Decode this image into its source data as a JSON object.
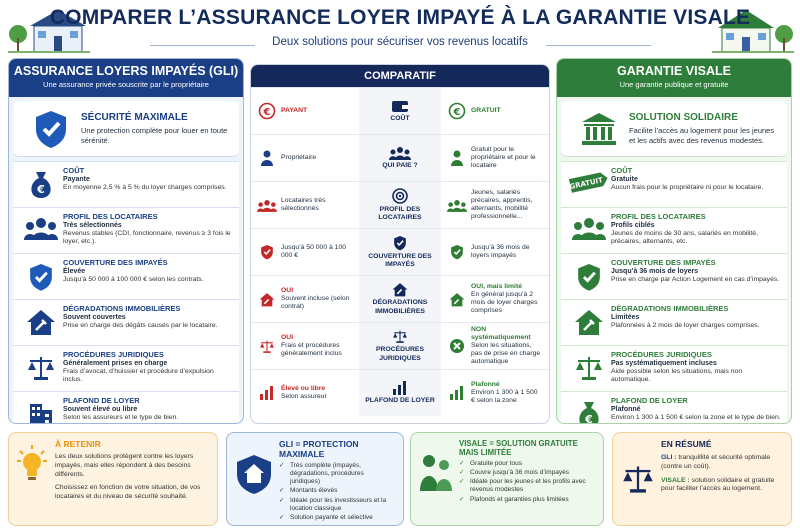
{
  "title": "COMPARER L’ASSURANCE LOYER IMPAYÉ À LA GARANTIE VISALE",
  "subtitle": "Deux solutions pour sécuriser vos revenus locatifs",
  "colors": {
    "gli": "#1a3f86",
    "visale": "#2f7d3a",
    "compare": "#14295a",
    "red": "#c62828",
    "green": "#2e7d32",
    "orange": "#e8900c"
  },
  "gli": {
    "title": "ASSURANCE LOYERS IMPAYÉS (GLI)",
    "subtitle": "Une assurance privée souscrite par le propriétaire",
    "hero": {
      "title": "SÉCURITÉ MAXIMALE",
      "desc": "Une protection complète pour louer en toute sérénité.",
      "icon": "shield-check-icon"
    },
    "rows": [
      {
        "label": "COÛT",
        "value": "Payante",
        "desc": "En moyenne 2,5 % à 5 % du loyer charges comprises.",
        "icon": "money-bag-icon"
      },
      {
        "label": "PROFIL DES LOCATAIRES",
        "value": "Très sélectionnés",
        "desc": "Revenus stables (CDI, fonctionnaire, revenus ≥ 3 fois le loyer, etc.).",
        "icon": "people-icon"
      },
      {
        "label": "COUVERTURE DES IMPAYÉS",
        "value": "Élevée",
        "desc": "Jusqu’à 50 000 à 100 000 € selon les contrats.",
        "icon": "shield-check-icon"
      },
      {
        "label": "DÉGRADATIONS IMMOBILIÈRES",
        "value": "Souvent couvertes",
        "desc": "Prise en charge des dégâts causés par le locataire.",
        "icon": "house-tools-icon"
      },
      {
        "label": "PROCÉDURES JURIDIQUES",
        "value": "Généralement prises en charge",
        "desc": "Frais d’avocat, d’huissier et procédure d’expulsion inclus.",
        "icon": "scales-icon"
      },
      {
        "label": "PLAFOND DE LOYER",
        "value": "Souvent élevé ou libre",
        "desc": "Selon les assureurs et le type de bien.",
        "icon": "building-icon"
      }
    ]
  },
  "visale": {
    "title": "GARANTIE VISALE",
    "subtitle": "Une garantie publique et gratuite",
    "hero": {
      "title": "SOLUTION SOLIDAIRE",
      "desc": "Facilite l’accès au logement pour les jeunes et les actifs avec des revenus modestes.",
      "icon": "bank-icon"
    },
    "rows": [
      {
        "label": "COÛT",
        "value": "Gratuite",
        "desc": "Aucun frais pour le propriétaire ni pour le locataire.",
        "icon": "tag-icon",
        "tag": "GRATUIT"
      },
      {
        "label": "PROFIL DES LOCATAIRES",
        "value": "Profils ciblés",
        "desc": "Jeunes de moins de 30 ans, salariés en mobilité, précaires, alternants, etc.",
        "icon": "people-icon"
      },
      {
        "label": "COUVERTURE DES IMPAYÉS",
        "value": "Jusqu’à 36 mois de loyers",
        "desc": "Prise en charge par Action Logement en cas d’impayés.",
        "icon": "shield-check-icon"
      },
      {
        "label": "DÉGRADATIONS IMMOBILIÈRES",
        "value": "Limitées",
        "desc": "Plafonnées à 2 mois de loyer charges comprises.",
        "icon": "house-tools-icon"
      },
      {
        "label": "PROCÉDURES JURIDIQUES",
        "value": "Pas systématiquement incluses",
        "desc": "Aide possible selon les situations, mais non automatique.",
        "icon": "scales-icon"
      },
      {
        "label": "PLAFOND DE LOYER",
        "value": "Plafonné",
        "desc": "Environ 1 300 à 1 500 € selon la zone et le type de bien.",
        "icon": "euro-bag-icon"
      }
    ]
  },
  "compare": {
    "title": "COMPARATIF",
    "rows": [
      {
        "left": "PAYANT",
        "left_style": "red",
        "left_icon": "euro-icon",
        "mid": "COÛT",
        "mid_icon": "wallet-icon",
        "right": "GRATUIT",
        "right_style": "grn",
        "right_icon": "euro-icon"
      },
      {
        "left": "Propriétaire",
        "left_icon": "person-icon",
        "mid": "QUI PAIE ?",
        "mid_icon": "group-icon",
        "right": "Gratuit pour le propriétaire et pour le locataire",
        "right_icon": "person-icon"
      },
      {
        "left": "Locataires très sélectionnés",
        "left_icon": "group-icon",
        "mid": "PROFIL DES LOCATAIRES",
        "mid_icon": "target-icon",
        "right": "Jeunes, salariés précaires, apprentis, alternants, mobilité professionnelle...",
        "right_icon": "group-icon"
      },
      {
        "left": "Jusqu’à 50 000 à 100 000 €",
        "left_icon": "shield-check-icon",
        "mid": "COUVERTURE DES IMPAYÉS",
        "mid_icon": "shield-check-icon",
        "right": "Jusqu’à 36 mois de loyers impayés",
        "right_icon": "shield-check-icon"
      },
      {
        "left_title": "OUI",
        "left": "Souvent incluse (selon contrat)",
        "left_icon": "house-tools-icon",
        "mid": "DÉGRADATIONS IMMOBILIÈRES",
        "mid_icon": "house-tools-icon",
        "right_title": "OUI, mais limité",
        "right": "En général jusqu’à 2 mois de loyer charges comprises",
        "right_icon": "house-tools-icon"
      },
      {
        "left_title": "OUI",
        "left": "Frais et procédures généralement inclus",
        "left_icon": "scales-icon",
        "mid": "PROCÉDURES JURIDIQUES",
        "mid_icon": "scales-icon",
        "right_title": "NON systématiquement",
        "right": "Selon les situations, pas de prise en charge automatique",
        "right_icon": "cross-icon"
      },
      {
        "left_title": "Élevé ou libre",
        "left": "Selon assureur",
        "left_icon": "bar-chart-icon",
        "mid": "PLAFOND DE LOYER",
        "mid_icon": "bar-chart-icon",
        "right_title": "Plafonné",
        "right": "Environ 1 300 à 1 500 € selon la zone",
        "right_icon": "bar-chart-icon"
      }
    ]
  },
  "cards": {
    "retenir": {
      "title": "À RETENIR",
      "p1": "Les deux solutions protègent contre les loyers impayés, mais elles répondent à des besoins différents.",
      "p2": "Choisissez en fonction de votre situation, de vos locataires et du niveau de sécurité souhaité.",
      "icon": "lightbulb-icon"
    },
    "gli": {
      "title": "GLI = PROTECTION MAXIMALE",
      "icon": "house-shield-icon",
      "items": [
        "Très complète (impayés, dégradations, procédures juridiques)",
        "Montants élevés",
        "Idéale pour les investisseurs et la location classique",
        "Solution payante et sélective"
      ]
    },
    "visale": {
      "title": "VISALE = SOLUTION GRATUITE MAIS LIMITÉE",
      "icon": "people-icon",
      "items": [
        "Gratuite pour tous",
        "Couvre jusqu’à 36 mois d’impayés",
        "Idéale pour les jeunes et les profils avec revenus modestes",
        "Plafonds et garanties plus limitées"
      ]
    },
    "resume": {
      "title": "EN RÉSUMÉ",
      "icon": "scales-icon",
      "gli_label": "GLI :",
      "gli_text": "tranquillité et sécurité optimale (contre un coût).",
      "visale_label": "VISALE :",
      "visale_text": "solution solidaire et gratuite pour faciliter l’accès au logement."
    }
  }
}
